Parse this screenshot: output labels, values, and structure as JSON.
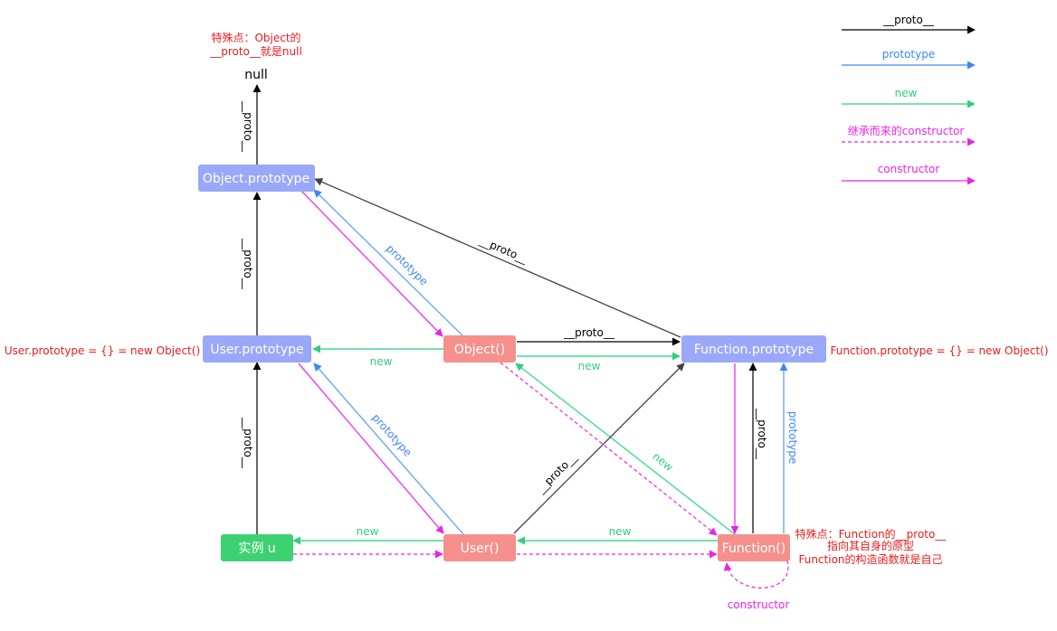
{
  "nodes": {
    "null": "null",
    "object_prototype": "Object.prototype",
    "user_prototype": "User.prototype",
    "object_ctor": "Object()",
    "function_prototype": "Function.prototype",
    "instance_u": "实例 u",
    "user_ctor": "User()",
    "function_ctor": "Function()"
  },
  "edge_labels": {
    "proto": "__proto__",
    "prototype": "prototype",
    "new": "new",
    "constructor": "constructor"
  },
  "notes": {
    "object_note_line1": "特殊点：Object的",
    "object_note_line2": "__proto__就是null",
    "user_prototype_note": "User.prototype = {} = new Object()",
    "function_prototype_note": "Function.prototype = {} = new Object()",
    "function_note_line1": "特殊点：Function的__proto__",
    "function_note_line2": "指向其自身的原型",
    "function_note_line3": "Function的构造函数就是自己"
  },
  "legend": [
    {
      "label": "__proto__",
      "color": "#000000",
      "dashed": false
    },
    {
      "label": "prototype",
      "color": "#3d86f5",
      "dashed": false
    },
    {
      "label": "new",
      "color": "#32cd7d",
      "dashed": false
    },
    {
      "label": "继承而来的constructor",
      "color": "#e923e9",
      "dashed": true
    },
    {
      "label": "constructor",
      "color": "#e923e9",
      "dashed": false
    }
  ],
  "colors": {
    "proto": "#000000",
    "proto_long": "#444444",
    "prototype": "#6aa7f7",
    "new": "#3fdc8e",
    "constructor": "#ee3cee",
    "node_blue": "#99a8f8",
    "node_red": "#f5908c",
    "node_green": "#3dd172",
    "note_red": "#e81c1c"
  }
}
